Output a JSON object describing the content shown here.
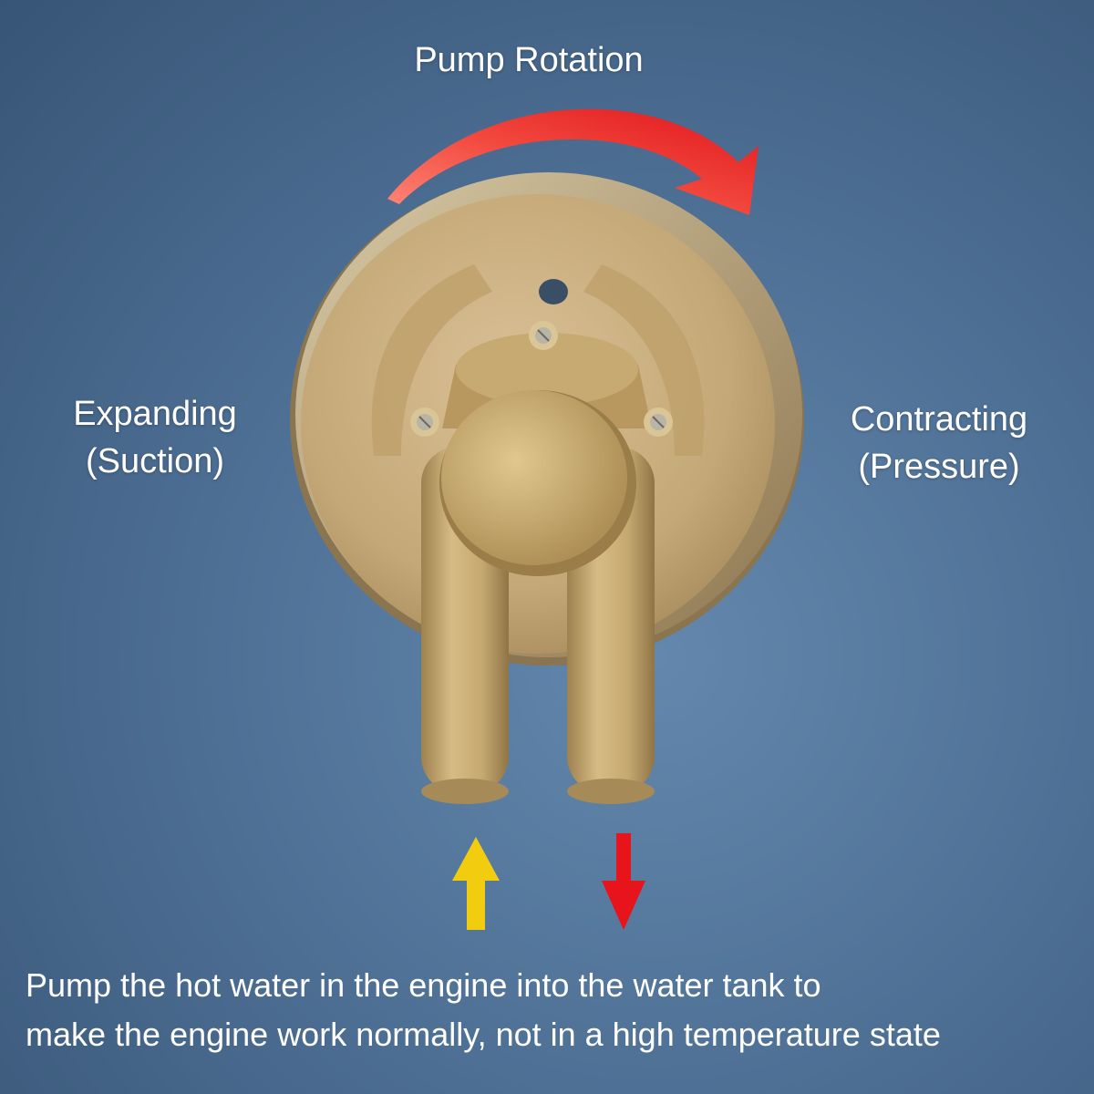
{
  "title": "Pump Rotation",
  "left_label": {
    "line1": "Expanding",
    "line2": "(Suction)"
  },
  "right_label": {
    "line1": "Contracting",
    "line2": "(Pressure)"
  },
  "caption": {
    "line1": "Pump the hot water in the engine into the water tank to",
    "line2": "make the engine work normally, not in a high temperature state"
  },
  "colors": {
    "rotation_arrow": "#e8232a",
    "inlet_arrow": "#f2cc0e",
    "outlet_arrow": "#e8141c",
    "brass": "#c2a46e"
  },
  "icons": {
    "rotation": "clockwise-arrow-icon",
    "inlet": "up-arrow-icon",
    "outlet": "down-arrow-icon"
  }
}
